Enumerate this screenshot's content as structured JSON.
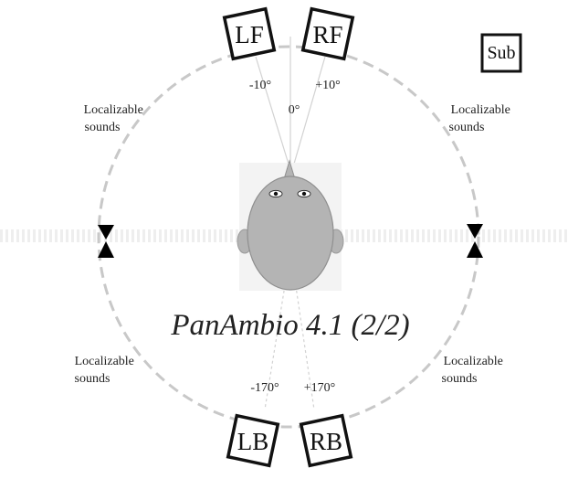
{
  "speakers": {
    "lf": "LF",
    "rf": "RF",
    "lb": "LB",
    "rb": "RB",
    "sub": "Sub"
  },
  "angles": {
    "front_left": "-10°",
    "front_right": "+10°",
    "center": "0°",
    "back_left": "-170°",
    "back_right": "+170°"
  },
  "regions": {
    "top_left": [
      "Localizable",
      "sounds"
    ],
    "top_right": [
      "Localizable",
      "sounds"
    ],
    "bottom_left": [
      "Localizable",
      "sounds"
    ],
    "bottom_right": [
      "Localizable",
      "sounds"
    ]
  },
  "title": "PanAmbio 4.1 (2/2)",
  "colors": {
    "circle": "#c8c8c8",
    "head": "#b4b4b4",
    "speaker_border": "#111111",
    "marker": "#000000"
  }
}
